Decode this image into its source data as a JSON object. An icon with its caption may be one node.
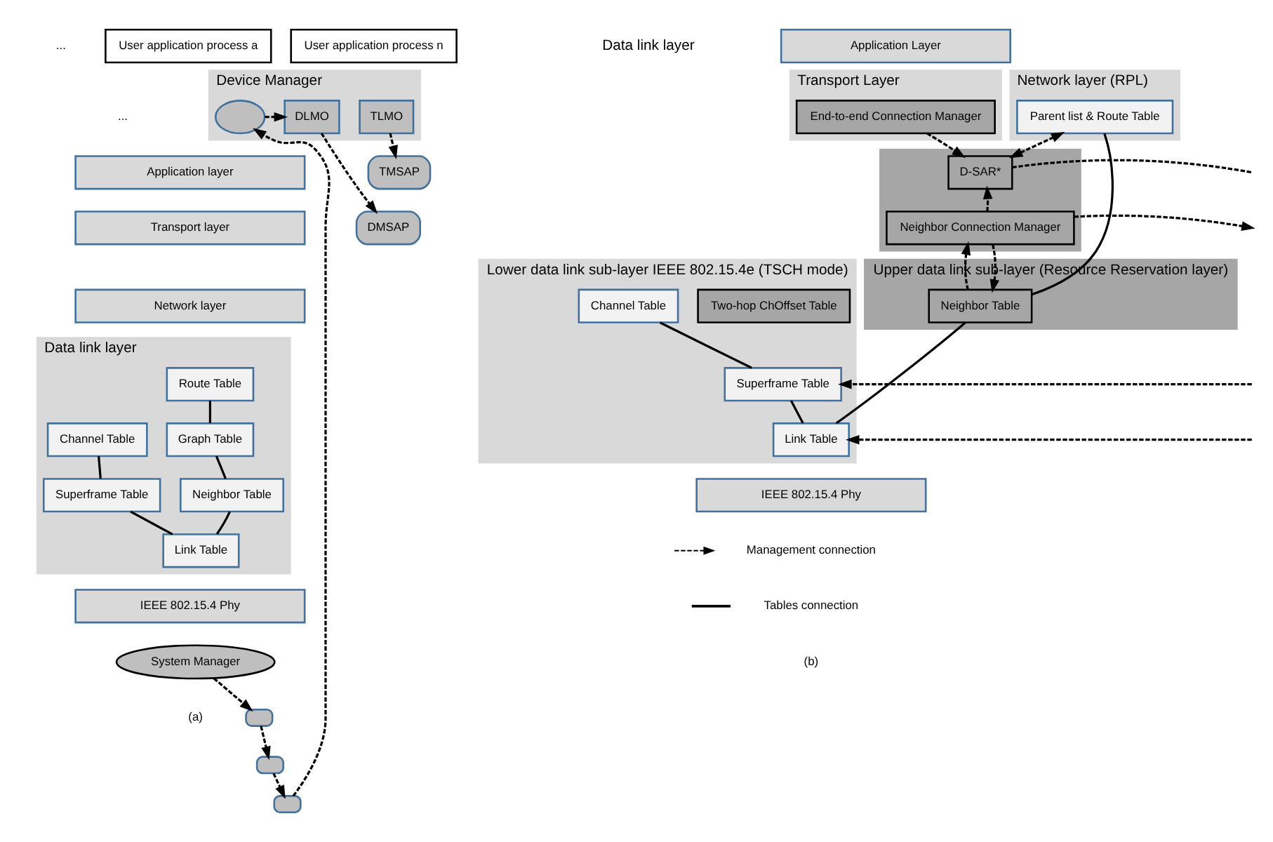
{
  "diagram": {
    "nodes": [
      {
        "text": [
          "User application process a"
        ]
      },
      {
        "text": [
          "User application process n"
        ]
      },
      {
        "text": [
          "Device Manager"
        ]
      },
      {
        "text": [],
        "shape": "ellipse",
        "in": 2
      },
      {
        "text": [
          "TLMO"
        ],
        "in": 2
      },
      {
        "text": [
          "DLMO"
        ],
        "in": 2
      },
      {
        "text": [
          "Application layer"
        ]
      },
      {
        "text": [
          "Transport layer"
        ]
      },
      {
        "text": [
          "TMSAP"
        ]
      },
      {
        "text": [
          "Network layer"
        ]
      },
      {
        "text": [
          "Data link layer"
        ]
      },
      {
        "text": [
          "Route Table"
        ],
        "in": 10
      },
      {
        "text": [
          "Graph Table"
        ],
        "in": 10
      },
      {
        "text": [
          "Neighbor Table"
        ],
        "in": 10
      },
      {
        "text": [
          "Channel Table"
        ],
        "in": 10
      },
      {
        "text": [
          "Superframe Table"
        ],
        "in": 10
      },
      {
        "text": [
          "Link Table"
        ],
        "in": 10
      },
      {
        "text": [
          "DMSAP"
        ]
      },
      {
        "text": [
          "IEEE 802.15.4 Phy"
        ]
      },
      {
        "text": [
          "System Manager"
        ]
      },
      {
        "text": [],
        "shape": "box"
      },
      {
        "text": [],
        "shape": "box"
      },
      {
        "text": [],
        "shape": "box"
      },
      {
        "text": [
          "Application Layer"
        ]
      },
      {
        "text": [
          "Transport Layer"
        ]
      },
      {
        "text": [
          "End-to-end Connection Manager"
        ],
        "in": 24
      },
      {
        "text": [
          "Network layer (RPL)"
        ]
      },
      {
        "text": [
          "Parent list & Route Table"
        ],
        "in": 26
      },
      {
        "text": [],
        "shape": "box"
      },
      {
        "text": [
          "D-SAR*"
        ],
        "in": 28
      },
      {
        "text": [
          "Neighbor Connection Manager"
        ],
        "in": 28
      },
      {
        "text": [
          "Upper data link sub-layer (Resource Reservation layer)"
        ]
      },
      {
        "text": [
          "Neighbor Table"
        ],
        "in": 31
      },
      {
        "text": [
          "Lower data link sub-layer IEEE 802.15.4e (TSCH mode)"
        ]
      },
      {
        "text": [
          "Two-hop ChOffset Table"
        ],
        "in": 33
      },
      {
        "text": [
          "Channel Table"
        ],
        "in": 33
      },
      {
        "text": [
          "Superframe Table"
        ],
        "in": 33
      },
      {
        "text": [
          "Link Table"
        ],
        "in": 33
      },
      {
        "text": [
          "IEEE 802.15.4 Phy"
        ]
      }
    ],
    "edges": [
      {
        "from": 19,
        "to": 22,
        "arrow": "to",
        "style": "dashed"
      },
      {
        "from": 22,
        "to": 21,
        "arrow": "to",
        "style": "dashed"
      },
      {
        "from": 21,
        "to": 20,
        "arrow": "to",
        "style": "dashed"
      },
      {
        "from": 20,
        "to": 3,
        "arrow": "to",
        "style": "dashed"
      },
      {
        "from": 3,
        "to": 5,
        "arrow": "to",
        "style": "dashed"
      },
      {
        "from": 4,
        "to": 8,
        "arrow": "to",
        "style": "dashed"
      },
      {
        "from": 5,
        "to": 17,
        "arrow": "to",
        "style": "dashed"
      },
      {
        "from": 11,
        "to": 12,
        "arrow": "none"
      },
      {
        "from": 12,
        "to": 13,
        "arrow": "none"
      },
      {
        "from": 13,
        "to": 16,
        "arrow": "none"
      },
      {
        "from": 14,
        "to": 15,
        "arrow": "none"
      },
      {
        "from": 15,
        "to": 16,
        "arrow": "none"
      },
      {
        "from": 25,
        "to": 29,
        "arrow": "to",
        "style": "dashed"
      },
      {
        "from": 27,
        "to": 29,
        "arrow": "both",
        "style": "dashed"
      },
      {
        "from": 29,
        "to": null,
        "arrow": "none",
        "style": "dashed"
      },
      {
        "from": 30,
        "to": 29,
        "arrow": "to",
        "style": "dashed"
      },
      {
        "from": 30,
        "to": null,
        "arrow": "to",
        "style": "dashed"
      },
      {
        "from": 30,
        "to": 32,
        "arrow": "to",
        "style": "dashed"
      },
      {
        "from": 32,
        "to": 30,
        "arrow": "to",
        "style": "dashed"
      },
      {
        "from": 27,
        "to": 32,
        "arrow": "none"
      },
      {
        "from": 32,
        "to": 37,
        "arrow": "none"
      },
      {
        "from": 35,
        "to": 36,
        "arrow": "none"
      },
      {
        "from": 36,
        "to": 37,
        "arrow": "none"
      },
      {
        "from": null,
        "to": 36,
        "arrow": "to",
        "style": "dashed"
      },
      {
        "from": null,
        "to": 37,
        "arrow": "to",
        "style": "dashed"
      }
    ],
    "labels": [
      "...",
      "...",
      "Data link layer",
      "(a)",
      "(b)"
    ],
    "legend": [
      {
        "text": "Management connection"
      },
      {
        "text": "Tables connection"
      }
    ]
  }
}
